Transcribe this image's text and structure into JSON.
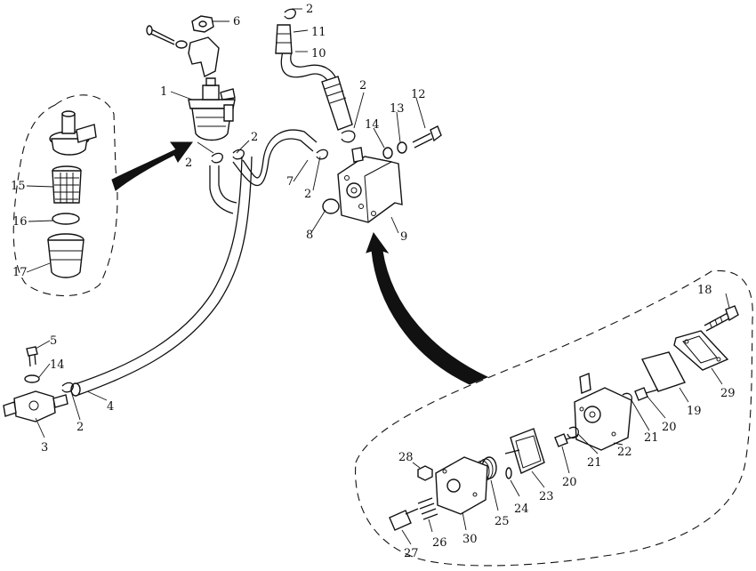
{
  "callouts": [
    {
      "id": "c-1",
      "text": "1"
    },
    {
      "id": "c-2a",
      "text": "2"
    },
    {
      "id": "c-2b",
      "text": "2"
    },
    {
      "id": "c-2c",
      "text": "2"
    },
    {
      "id": "c-2d",
      "text": "2"
    },
    {
      "id": "c-2e",
      "text": "2"
    },
    {
      "id": "c-2f",
      "text": "2"
    },
    {
      "id": "c-3",
      "text": "3"
    },
    {
      "id": "c-4",
      "text": "4"
    },
    {
      "id": "c-5",
      "text": "5"
    },
    {
      "id": "c-6",
      "text": "6"
    },
    {
      "id": "c-7",
      "text": "7"
    },
    {
      "id": "c-8",
      "text": "8"
    },
    {
      "id": "c-9",
      "text": "9"
    },
    {
      "id": "c-10",
      "text": "10"
    },
    {
      "id": "c-11",
      "text": "11"
    },
    {
      "id": "c-12",
      "text": "12"
    },
    {
      "id": "c-13",
      "text": "13"
    },
    {
      "id": "c-14a",
      "text": "14"
    },
    {
      "id": "c-14b",
      "text": "14"
    },
    {
      "id": "c-15",
      "text": "15"
    },
    {
      "id": "c-16",
      "text": "16"
    },
    {
      "id": "c-17",
      "text": "17"
    },
    {
      "id": "c-18",
      "text": "18"
    },
    {
      "id": "c-19",
      "text": "19"
    },
    {
      "id": "c-20a",
      "text": "20"
    },
    {
      "id": "c-20b",
      "text": "20"
    },
    {
      "id": "c-21a",
      "text": "21"
    },
    {
      "id": "c-21b",
      "text": "21"
    },
    {
      "id": "c-22",
      "text": "22"
    },
    {
      "id": "c-23",
      "text": "23"
    },
    {
      "id": "c-24",
      "text": "24"
    },
    {
      "id": "c-25",
      "text": "25"
    },
    {
      "id": "c-26",
      "text": "26"
    },
    {
      "id": "c-27",
      "text": "27"
    },
    {
      "id": "c-28",
      "text": "28"
    },
    {
      "id": "c-29",
      "text": "29"
    },
    {
      "id": "c-30",
      "text": "30"
    }
  ]
}
